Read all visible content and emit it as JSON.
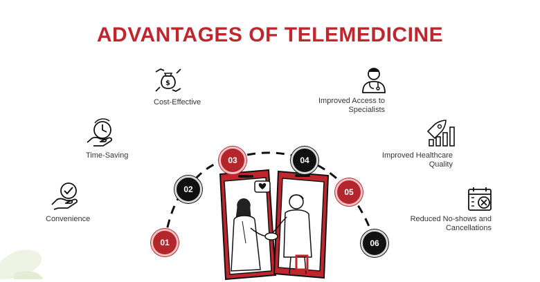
{
  "title": "ADVANTAGES OF TELEMEDICINE",
  "advantages": [
    {
      "number": "01",
      "label": "Convenience",
      "icon": "hand-heart-check-icon"
    },
    {
      "number": "02",
      "label": "Time-Saving",
      "icon": "hand-clock-icon"
    },
    {
      "number": "03",
      "label": "Cost-Effective",
      "icon": "hands-money-bag-icon"
    },
    {
      "number": "04",
      "label": "Improved Access to Specialists",
      "icon": "doctor-icon"
    },
    {
      "number": "05",
      "label": "Improved Healthcare Quality",
      "icon": "rocket-bar-chart-icon"
    },
    {
      "number": "06",
      "label": "Reduced No-shows and Cancellations",
      "icon": "calendar-cancel-icon"
    }
  ],
  "colors": {
    "accent": "#c0262d",
    "dark": "#111111"
  }
}
